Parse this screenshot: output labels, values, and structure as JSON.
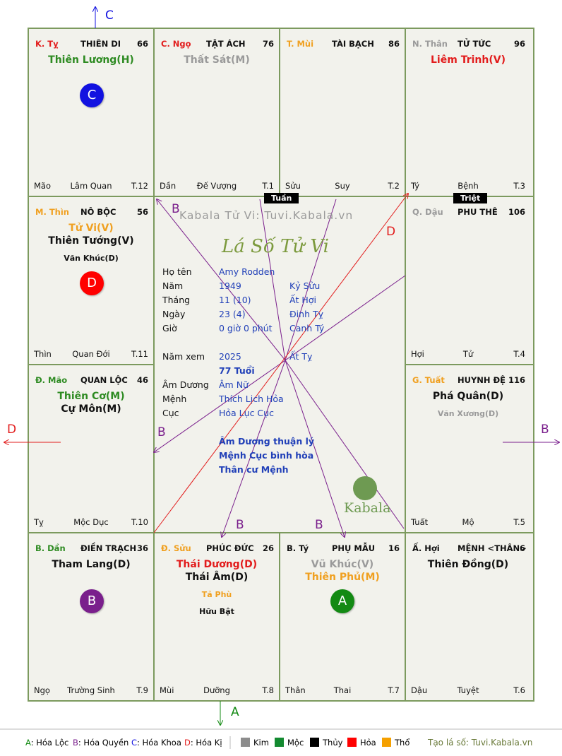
{
  "palaces": {
    "ty_snake": {
      "branch": "K. Tỵ",
      "name": "THIÊN DI",
      "score": "66",
      "stars": [
        {
          "text": "Thiên Lương(H)",
          "color": "#2e8b22"
        }
      ],
      "minor": [],
      "footer": {
        "left": "Mão",
        "mid": "Lâm Quan",
        "right": "T.12"
      }
    },
    "ngo": {
      "branch": "C. Ngọ",
      "name": "TẬT ÁCH",
      "score": "76",
      "stars": [
        {
          "text": "Thất Sát(M)",
          "color": "#9a9a9a"
        }
      ],
      "minor": [],
      "footer": {
        "left": "Dần",
        "mid": "Đế Vượng",
        "right": "T.1"
      }
    },
    "mui": {
      "branch": "T. Mùi",
      "name": "TÀI BẠCH",
      "score": "86",
      "stars": [],
      "minor": [],
      "footer": {
        "left": "Sửu",
        "mid": "Suy",
        "right": "T.2"
      }
    },
    "than": {
      "branch": "N. Thân",
      "name": "TỬ TỨC",
      "score": "96",
      "stars": [
        {
          "text": "Liêm Trinh(V)",
          "color": "#e21c1c"
        }
      ],
      "minor": [],
      "footer": {
        "left": "Tý",
        "mid": "Bệnh",
        "right": "T.3"
      }
    },
    "thin": {
      "branch": "M. Thìn",
      "name": "NÔ BỘC",
      "score": "56",
      "stars": [
        {
          "text": "Tử Vi(V)",
          "color": "#f0a020"
        },
        {
          "text": "Thiên Tướng(V)",
          "color": "#111111"
        }
      ],
      "minor": [
        {
          "text": "Văn Khúc(D)",
          "color": "#111111"
        }
      ],
      "footer": {
        "left": "Thìn",
        "mid": "Quan Đới",
        "right": "T.11"
      }
    },
    "dau": {
      "branch": "Q. Dậu",
      "name": "PHU THÊ",
      "score": "106",
      "stars": [],
      "minor": [],
      "footer": {
        "left": "Hợi",
        "mid": "Tử",
        "right": "T.4"
      }
    },
    "mao": {
      "branch": "Đ. Mão",
      "name": "QUAN LỘC",
      "score": "46",
      "stars": [
        {
          "text": "Thiên Cơ(M)",
          "color": "#2e8b22"
        },
        {
          "text": "Cự Môn(M)",
          "color": "#111111"
        }
      ],
      "minor": [],
      "footer": {
        "left": "Tỵ",
        "mid": "Mộc Dục",
        "right": "T.10"
      }
    },
    "tuat": {
      "branch": "G. Tuất",
      "name": "HUYNH ĐỆ",
      "score": "116",
      "stars": [
        {
          "text": "Phá Quân(D)",
          "color": "#111111"
        }
      ],
      "minor": [
        {
          "text": "Văn Xương(D)",
          "color": "#9a9a9a"
        }
      ],
      "footer": {
        "left": "Tuất",
        "mid": "Mộ",
        "right": "T.5"
      }
    },
    "dan": {
      "branch": "B. Dần",
      "name": "ĐIỀN TRẠCH",
      "score": "36",
      "stars": [
        {
          "text": "Tham Lang(D)",
          "color": "#111111"
        }
      ],
      "minor": [],
      "footer": {
        "left": "Ngọ",
        "mid": "Trường Sinh",
        "right": "T.9"
      }
    },
    "suu": {
      "branch": "Đ. Sửu",
      "name": "PHÚC ĐỨC",
      "score": "26",
      "stars": [
        {
          "text": "Thái Dương(D)",
          "color": "#e21c1c"
        },
        {
          "text": "Thái Âm(D)",
          "color": "#111111"
        }
      ],
      "minor": [
        {
          "text": "Tả Phù",
          "color": "#f0a020"
        },
        {
          "text": "Hữu Bật",
          "color": "#111111"
        }
      ],
      "footer": {
        "left": "Mùi",
        "mid": "Dưỡng",
        "right": "T.8"
      }
    },
    "ty_rat": {
      "branch": "B. Tý",
      "name": "PHỤ MẪU",
      "score": "16",
      "stars": [
        {
          "text": "Vũ Khúc(V)",
          "color": "#9a9a9a"
        },
        {
          "text": "Thiên Phủ(M)",
          "color": "#f0a020"
        }
      ],
      "minor": [],
      "footer": {
        "left": "Thân",
        "mid": "Thai",
        "right": "T.7"
      }
    },
    "hoi": {
      "branch": "Ấ. Hợi",
      "name": "MỆNH <THÂN>",
      "score": "6",
      "stars": [
        {
          "text": "Thiên Đồng(D)",
          "color": "#111111"
        }
      ],
      "minor": [],
      "footer": {
        "left": "Dậu",
        "mid": "Tuyệt",
        "right": "T.6"
      }
    }
  },
  "colors": {
    "branch_kim": "#e21c1c",
    "branch_thuy": "#9a9a9a",
    "branch_tho": "#f0a020",
    "branch_moc": "#2e8b22",
    "grid": "#7c9a5e"
  },
  "tags": {
    "tuan": "Tuần",
    "triet": "Triệt"
  },
  "center": {
    "brand": "Kabala Tử Vi: Tuvi.Kabala.vn",
    "title": "Lá Số Tử Vi",
    "rows": [
      {
        "label": "Họ tên",
        "v1": "Amy Rodden",
        "v2": ""
      },
      {
        "label": "Năm",
        "v1": "1949",
        "v2": "Kỷ Sửu"
      },
      {
        "label": "Tháng",
        "v1": "11  (10)",
        "v2": "Ất Hợi"
      },
      {
        "label": "Ngày",
        "v1": "23  (4)",
        "v2": "Đinh Tỵ"
      },
      {
        "label": "Giờ",
        "v1": "0 giờ 0 phút",
        "v2": "Canh Tý"
      }
    ],
    "year_view": {
      "label": "Năm xem",
      "v1": "2025",
      "v2": "Ất Tỵ"
    },
    "age": "77 Tuổi",
    "rows2": [
      {
        "label": "Âm Dương",
        "v1": "Âm Nữ"
      },
      {
        "label": "Mệnh",
        "v1": "Thích Lịch Hỏa"
      },
      {
        "label": "Cục",
        "v1": "Hỏa Lục Cục"
      }
    ],
    "notes": [
      "Âm Dương thuận lý",
      "Mệnh Cục bình hòa",
      "Thân cư Mệnh"
    ],
    "logo_text": "Kabala"
  },
  "badges": {
    "a": "A",
    "b": "B",
    "c": "C",
    "d": "D"
  },
  "badge_colors": {
    "a": "#138a13",
    "b": "#7a1f8c",
    "c": "#1212e0",
    "d": "#ff0000"
  },
  "arrow_labels": {
    "a": "A",
    "b": "B",
    "c": "C",
    "d": "D"
  },
  "arrow_colors": {
    "a": "#138a13",
    "b": "#7a1f8c",
    "c": "#1212e0",
    "d": "#e21c1c"
  },
  "legend": {
    "hoa_loc": {
      "key": "A",
      "text": ": Hóa Lộc"
    },
    "hoa_quyen": {
      "key": "B",
      "text": ": Hóa Quyền"
    },
    "hoa_khoa": {
      "key": "C",
      "text": ": Hóa Khoa"
    },
    "hoa_ki": {
      "key": "D",
      "text": ": Hóa Kị"
    },
    "elements": [
      {
        "name": "Kim",
        "color": "#8c8c8c"
      },
      {
        "name": "Mộc",
        "color": "#138a30"
      },
      {
        "name": "Thủy",
        "color": "#000000"
      },
      {
        "name": "Hỏa",
        "color": "#ff0000"
      },
      {
        "name": "Thổ",
        "color": "#f5a000"
      }
    ],
    "site": "Tạo lá số: Tuvi.Kabala.vn"
  }
}
